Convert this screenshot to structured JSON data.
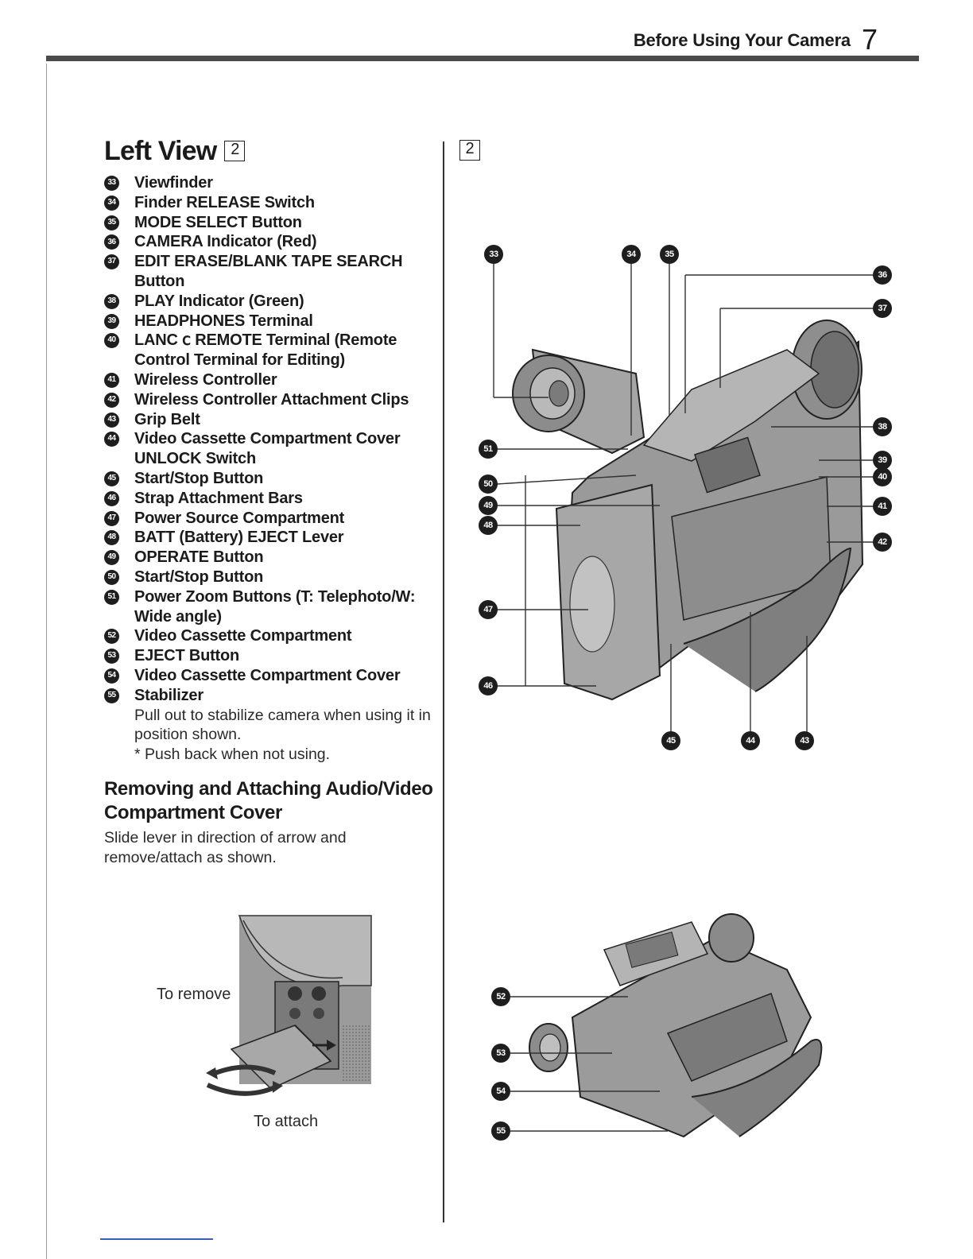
{
  "header": {
    "title": "Before Using Your Camera",
    "page_number": "7"
  },
  "left_view": {
    "title": "Left View",
    "figure_ref": "2",
    "items": [
      {
        "num": "33",
        "label": "Viewfinder"
      },
      {
        "num": "34",
        "label": "Finder RELEASE Switch"
      },
      {
        "num": "35",
        "label": "MODE SELECT Button"
      },
      {
        "num": "36",
        "label": "CAMERA Indicator (Red)"
      },
      {
        "num": "37",
        "label": "EDIT ERASE/BLANK TAPE SEARCH Button"
      },
      {
        "num": "38",
        "label": "PLAY Indicator (Green)"
      },
      {
        "num": "39",
        "label": "HEADPHONES Terminal"
      },
      {
        "num": "40",
        "label": "LANC ⅽ REMOTE Terminal (Remote Control Terminal for Editing)"
      },
      {
        "num": "41",
        "label": "Wireless Controller"
      },
      {
        "num": "42",
        "label": "Wireless Controller Attachment Clips"
      },
      {
        "num": "43",
        "label": "Grip Belt"
      },
      {
        "num": "44",
        "label": "Video Cassette Compartment Cover UNLOCK Switch"
      },
      {
        "num": "45",
        "label": "Start/Stop Button"
      },
      {
        "num": "46",
        "label": "Strap Attachment Bars"
      },
      {
        "num": "47",
        "label": "Power Source Compartment"
      },
      {
        "num": "48",
        "label": "BATT (Battery) EJECT Lever"
      },
      {
        "num": "49",
        "label": "OPERATE Button"
      },
      {
        "num": "50",
        "label": "Start/Stop Button"
      },
      {
        "num": "51",
        "label": "Power Zoom Buttons (T: Telephoto/W: Wide angle)"
      },
      {
        "num": "52",
        "label": "Video Cassette Compartment"
      },
      {
        "num": "53",
        "label": "EJECT Button"
      },
      {
        "num": "54",
        "label": "Video Cassette Compartment Cover"
      },
      {
        "num": "55",
        "label": "Stabilizer"
      }
    ],
    "stabilizer_note_1": "Pull out to stabilize camera when using it in position shown.",
    "stabilizer_note_2": "* Push back when not using."
  },
  "removing": {
    "title": "Removing and Attaching Audio/Video Compartment Cover",
    "body": "Slide lever in direction of arrow and remove/attach as shown.",
    "caption_remove": "To remove",
    "caption_attach": "To attach"
  },
  "figure_main": {
    "figure_ref": "2",
    "callouts": [
      "33",
      "34",
      "35",
      "36",
      "37",
      "38",
      "39",
      "40",
      "41",
      "42",
      "43",
      "44",
      "45",
      "46",
      "47",
      "48",
      "49",
      "50",
      "51"
    ]
  },
  "figure_bottom": {
    "callouts": [
      "52",
      "53",
      "54",
      "55"
    ]
  }
}
